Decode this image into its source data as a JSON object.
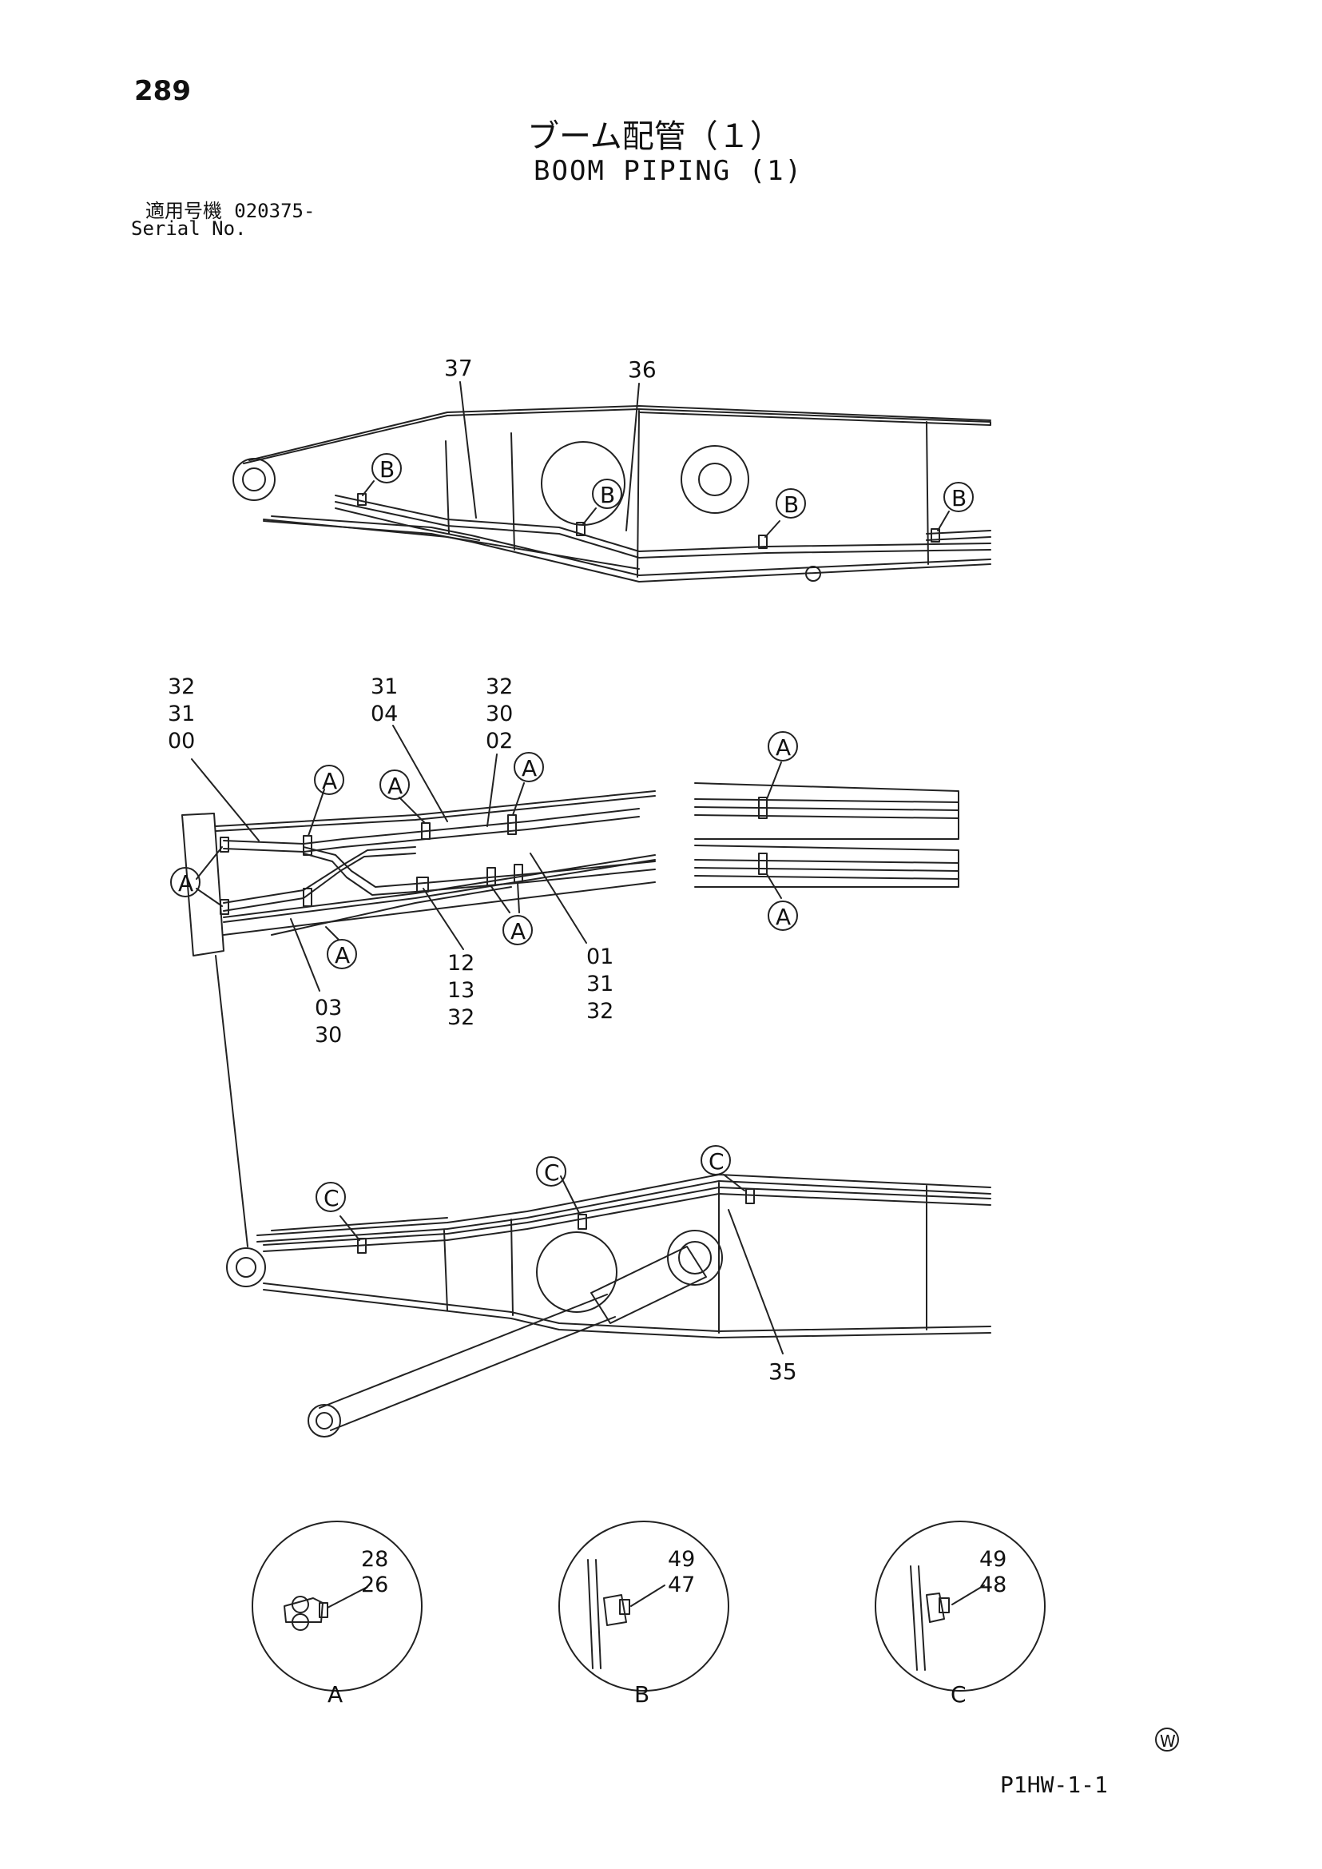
{
  "page_number": "289",
  "title_jp": "ブーム配管（１）",
  "title_en": "BOOM PIPING (1)",
  "serial_label_jp": "適用号機",
  "serial_value": "020375-",
  "serial_label_en": "Serial No.",
  "drawing_code": "P1HW-1-1",
  "w_mark": "W",
  "top_view": {
    "callouts": [
      "37",
      "36"
    ],
    "markers": [
      "B",
      "B",
      "B",
      "B"
    ]
  },
  "middle_view": {
    "part_groups": [
      [
        "32",
        "31",
        "00"
      ],
      [
        "31",
        "04"
      ],
      [
        "32",
        "30",
        "02"
      ],
      [
        "12",
        "13",
        "32"
      ],
      [
        "01",
        "31",
        "32"
      ],
      [
        "03",
        "30"
      ]
    ],
    "markers": [
      "A",
      "A",
      "A",
      "A",
      "A",
      "A",
      "A",
      "A"
    ]
  },
  "bottom_view": {
    "callouts": [
      "35"
    ],
    "markers": [
      "C",
      "C",
      "C"
    ]
  },
  "details": [
    {
      "label": "A",
      "parts": [
        "28",
        "26"
      ]
    },
    {
      "label": "B",
      "parts": [
        "49",
        "47"
      ]
    },
    {
      "label": "C",
      "parts": [
        "49",
        "48"
      ]
    }
  ]
}
